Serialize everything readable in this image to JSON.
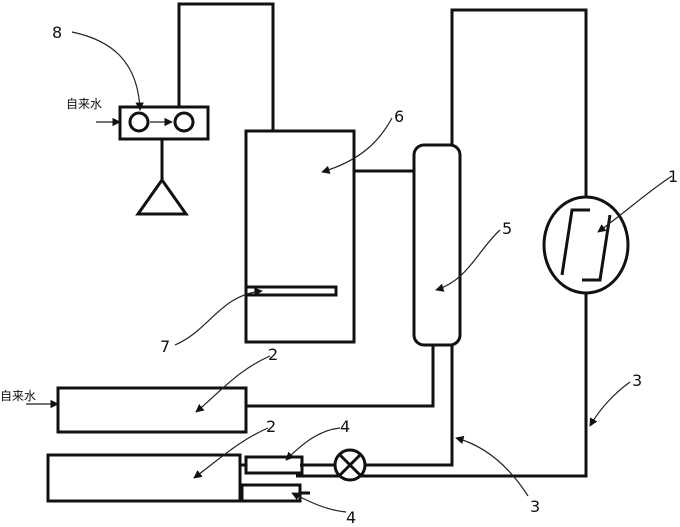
{
  "labels": {
    "compressor": "1",
    "pipe_upper": "2",
    "pipe_lower": "2",
    "line_right": "3",
    "line_mid": "3",
    "valve_upper": "4",
    "valve_lower": "4",
    "heat_exchanger": "5",
    "tank": "6",
    "coil": "7",
    "pump": "8"
  },
  "inlet_top": "自来水",
  "inlet_bottom": "自来水"
}
